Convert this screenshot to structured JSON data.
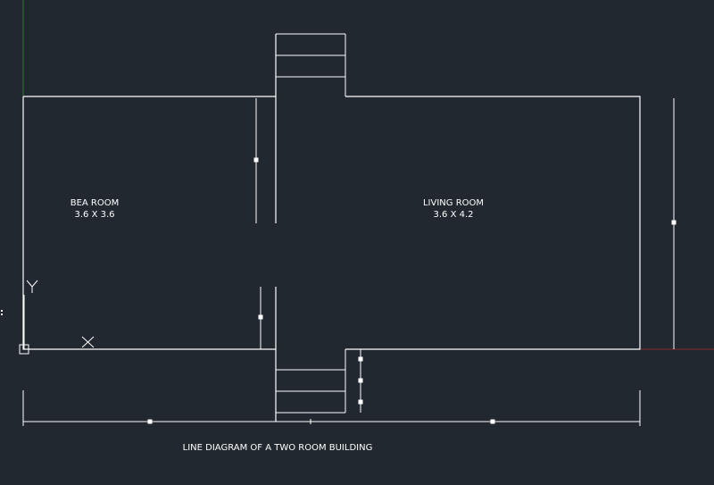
{
  "diagram": {
    "bedroom": {
      "name": "BEA ROOM",
      "size": "3.6 X 3.6"
    },
    "living_room": {
      "name": "LIVING ROOM",
      "size": "3.6 X 4.2"
    },
    "caption": "LINE DIAGRAM OF A TWO ROOM BUILDING",
    "ucs": {
      "y_label": "Y",
      "x_label": "X"
    }
  },
  "colors": {
    "background": "#212830",
    "lines": "#ffffff",
    "x_axis": "#8b2a2a",
    "y_axis": "#2f7a2f"
  }
}
